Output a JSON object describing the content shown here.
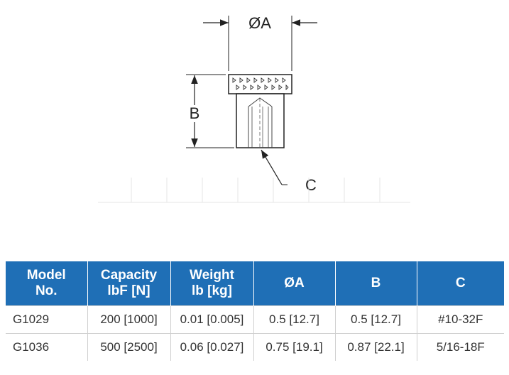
{
  "drawing": {
    "dim_a_label": "ØA",
    "dim_b_label": "B",
    "dim_c_label": "C"
  },
  "table": {
    "headers": [
      {
        "line1": "Model",
        "line2": "No."
      },
      {
        "line1": "Capacity",
        "line2": "lbF [N]"
      },
      {
        "line1": "Weight",
        "line2": "lb [kg]"
      },
      {
        "line1": "ØA",
        "line2": ""
      },
      {
        "line1": "B",
        "line2": ""
      },
      {
        "line1": "C",
        "line2": ""
      }
    ],
    "rows": [
      [
        "G1029",
        "200 [1000]",
        "0.01 [0.005]",
        "0.5 [12.7]",
        "0.5 [12.7]",
        "#10-32F"
      ],
      [
        "G1036",
        "500 [2500]",
        "0.06 [0.027]",
        "0.75 [19.1]",
        "0.87 [22.1]",
        "5/16-18F"
      ]
    ]
  },
  "colors": {
    "header_bg": "#1f6fb6",
    "header_text": "#ffffff"
  }
}
